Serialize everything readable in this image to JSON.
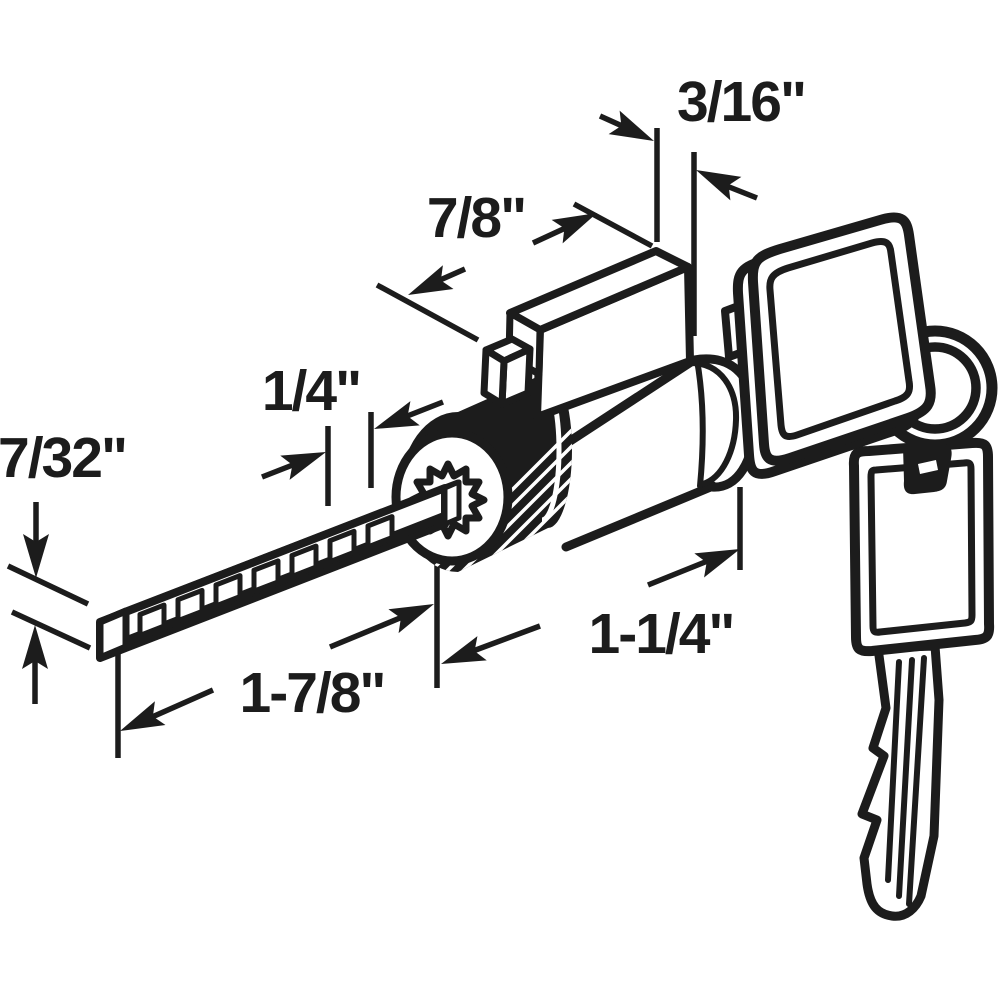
{
  "diagram": {
    "type": "technical-line-drawing",
    "subject": "Keyed cylinder lock with rack tailpiece and two keys on a key ring",
    "background_color": "#ffffff",
    "line_color": "#1c1c1c",
    "dimensions": {
      "cylinder_gap": "3/16\"",
      "tab_length": "7/8\"",
      "spline_ring_width": "1/4\"",
      "rack_thickness": "7/32\"",
      "rack_length": "1-7/8\"",
      "body_length": "1-1/4\""
    },
    "parts": [
      "rack tailpiece",
      "spline ring",
      "knurled ring",
      "cylinder body",
      "mounting tab",
      "inserted key",
      "key ring",
      "spare key"
    ]
  }
}
